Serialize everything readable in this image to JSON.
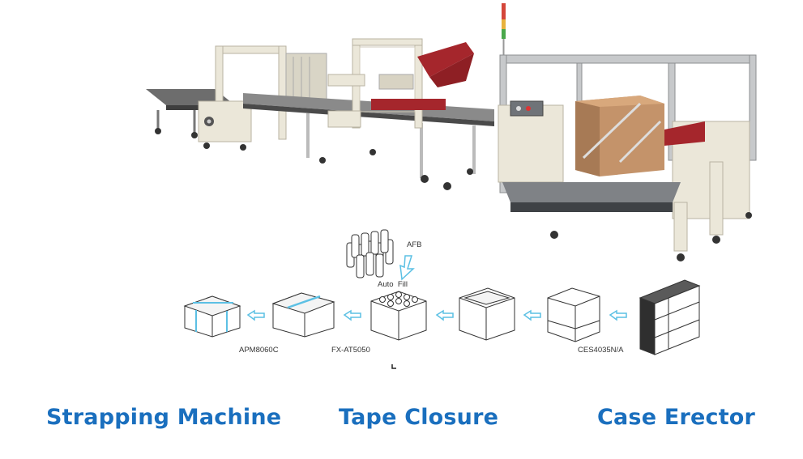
{
  "colors": {
    "caption": "#1a6fbe",
    "arrow": "#5cc0e4",
    "frame": "#e8e5d8",
    "accent_red": "#a5262c"
  },
  "captions": {
    "strapping": "Strapping Machine",
    "tape": "Tape Closure",
    "erector": "Case Erector"
  },
  "diagram": {
    "model_strapping": "APM8060C",
    "model_tape": "FX-AT5050",
    "model_erector": "CES4035N/A",
    "afb_label": "AFB",
    "auto_fill_label": "Auto  Fill"
  }
}
